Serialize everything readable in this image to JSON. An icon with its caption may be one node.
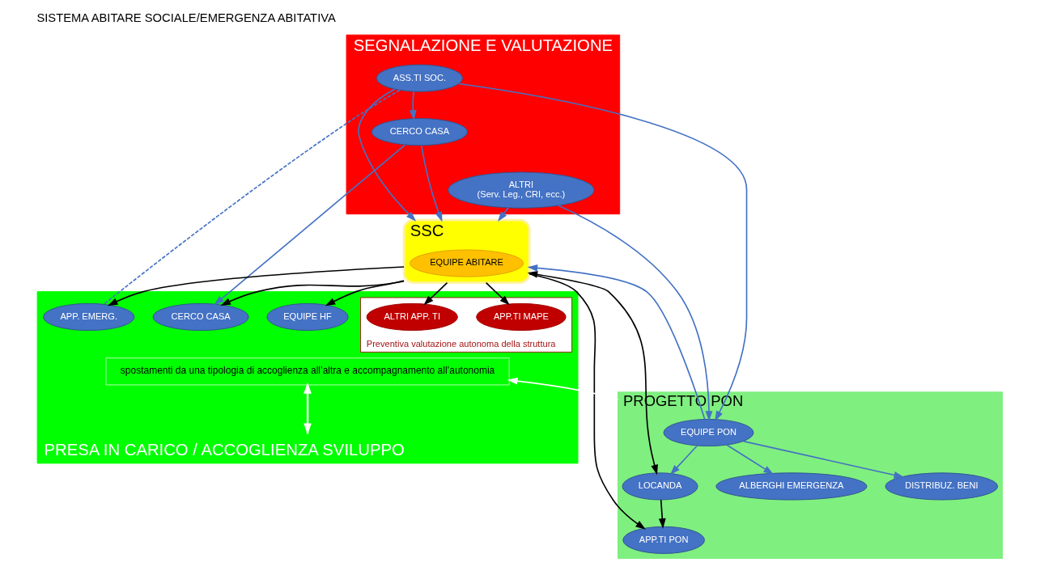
{
  "diagram": {
    "title": "SISTEMA ABITARE SOCIALE/EMERGENZA ABITATIVA",
    "nodes": [
      {
        "text": [
          "SEGNALAZIONE E VALUTAZIONE"
        ]
      },
      {
        "text": [
          "ASS.TI SOC."
        ],
        "in": 0
      },
      {
        "text": [
          "CERCO CASA"
        ],
        "in": 0
      },
      {
        "text": [
          "ALTRI",
          "(Serv. Leg., CRI, ecc.)"
        ],
        "in": 0
      },
      {
        "text": [
          "SSC"
        ]
      },
      {
        "text": [
          "EQUIPE ABITARE"
        ],
        "in": 4
      },
      {
        "text": [
          "PRESA IN CARICO / ACCOGLIENZA SVILUPPO"
        ]
      },
      {
        "text": [
          "APP. EMERG."
        ],
        "in": 6
      },
      {
        "text": [
          "CERCO CASA"
        ],
        "in": 6
      },
      {
        "text": [
          "EQUIPE HF"
        ],
        "in": 6
      },
      {
        "text": [
          "Preventiva valutazione autonoma della struttura"
        ],
        "in": 6
      },
      {
        "text": [
          "APP.TI MAPE"
        ],
        "in": 10
      },
      {
        "text": [
          "ALTRI APP. TI"
        ],
        "in": 10
      },
      {
        "text": [
          "PROGETTO PON"
        ]
      },
      {
        "text": [
          "EQUIPE PON"
        ],
        "in": 13
      },
      {
        "text": [
          "LOCANDA"
        ],
        "in": 13
      },
      {
        "text": [
          "ALBERGHI EMERGENZA"
        ],
        "in": 13
      },
      {
        "text": [
          "APP.TI PON"
        ],
        "in": 13
      },
      {
        "text": [
          "DISTRIBUZ. BENI"
        ],
        "in": 13
      },
      {
        "text": [
          "spostamenti da una tipologia di accoglienza all’altra e accompagnamento all’autonomia"
        ],
        "in": 6
      }
    ],
    "edges": [
      {
        "from": 1,
        "to": 14,
        "arrow": "to"
      },
      {
        "from": 1,
        "to": 2,
        "arrow": "to"
      },
      {
        "from": 1,
        "to": 4,
        "arrow": "to"
      },
      {
        "from": 1,
        "to": 7,
        "arrow": "none",
        "style": "dashed"
      },
      {
        "from": 2,
        "to": 4,
        "arrow": "to"
      },
      {
        "from": 2,
        "to": 8,
        "arrow": "to"
      },
      {
        "from": 3,
        "to": 4,
        "arrow": "to"
      },
      {
        "from": 3,
        "to": 14,
        "arrow": "to"
      },
      {
        "from": 14,
        "to": 4,
        "arrow": "to"
      },
      {
        "from": 14,
        "to": 15,
        "arrow": "to"
      },
      {
        "from": 14,
        "to": 16,
        "arrow": "to"
      },
      {
        "from": 14,
        "to": 18,
        "arrow": "to"
      },
      {
        "from": 4,
        "to": 7,
        "arrow": "to",
        "color": "#000000"
      },
      {
        "from": 4,
        "to": 8,
        "arrow": "to",
        "color": "#000000"
      },
      {
        "from": 4,
        "to": 9,
        "arrow": "to",
        "color": "#000000"
      },
      {
        "from": 4,
        "to": 11,
        "arrow": "to",
        "color": "#000000"
      },
      {
        "from": 4,
        "to": 12,
        "arrow": "to",
        "color": "#000000"
      },
      {
        "from": 4,
        "to": 17,
        "arrow": "to",
        "color": "#000000"
      },
      {
        "from": 4,
        "to": 15,
        "arrow": "both",
        "color": "#000000"
      },
      {
        "from": 15,
        "to": 17,
        "arrow": "to",
        "color": "#000000"
      },
      {
        "from": 19,
        "to": null,
        "arrow": "both",
        "color": "#ffffff"
      },
      {
        "from": 19,
        "to": 13,
        "arrow": "both",
        "color": "#ffffff"
      }
    ]
  }
}
